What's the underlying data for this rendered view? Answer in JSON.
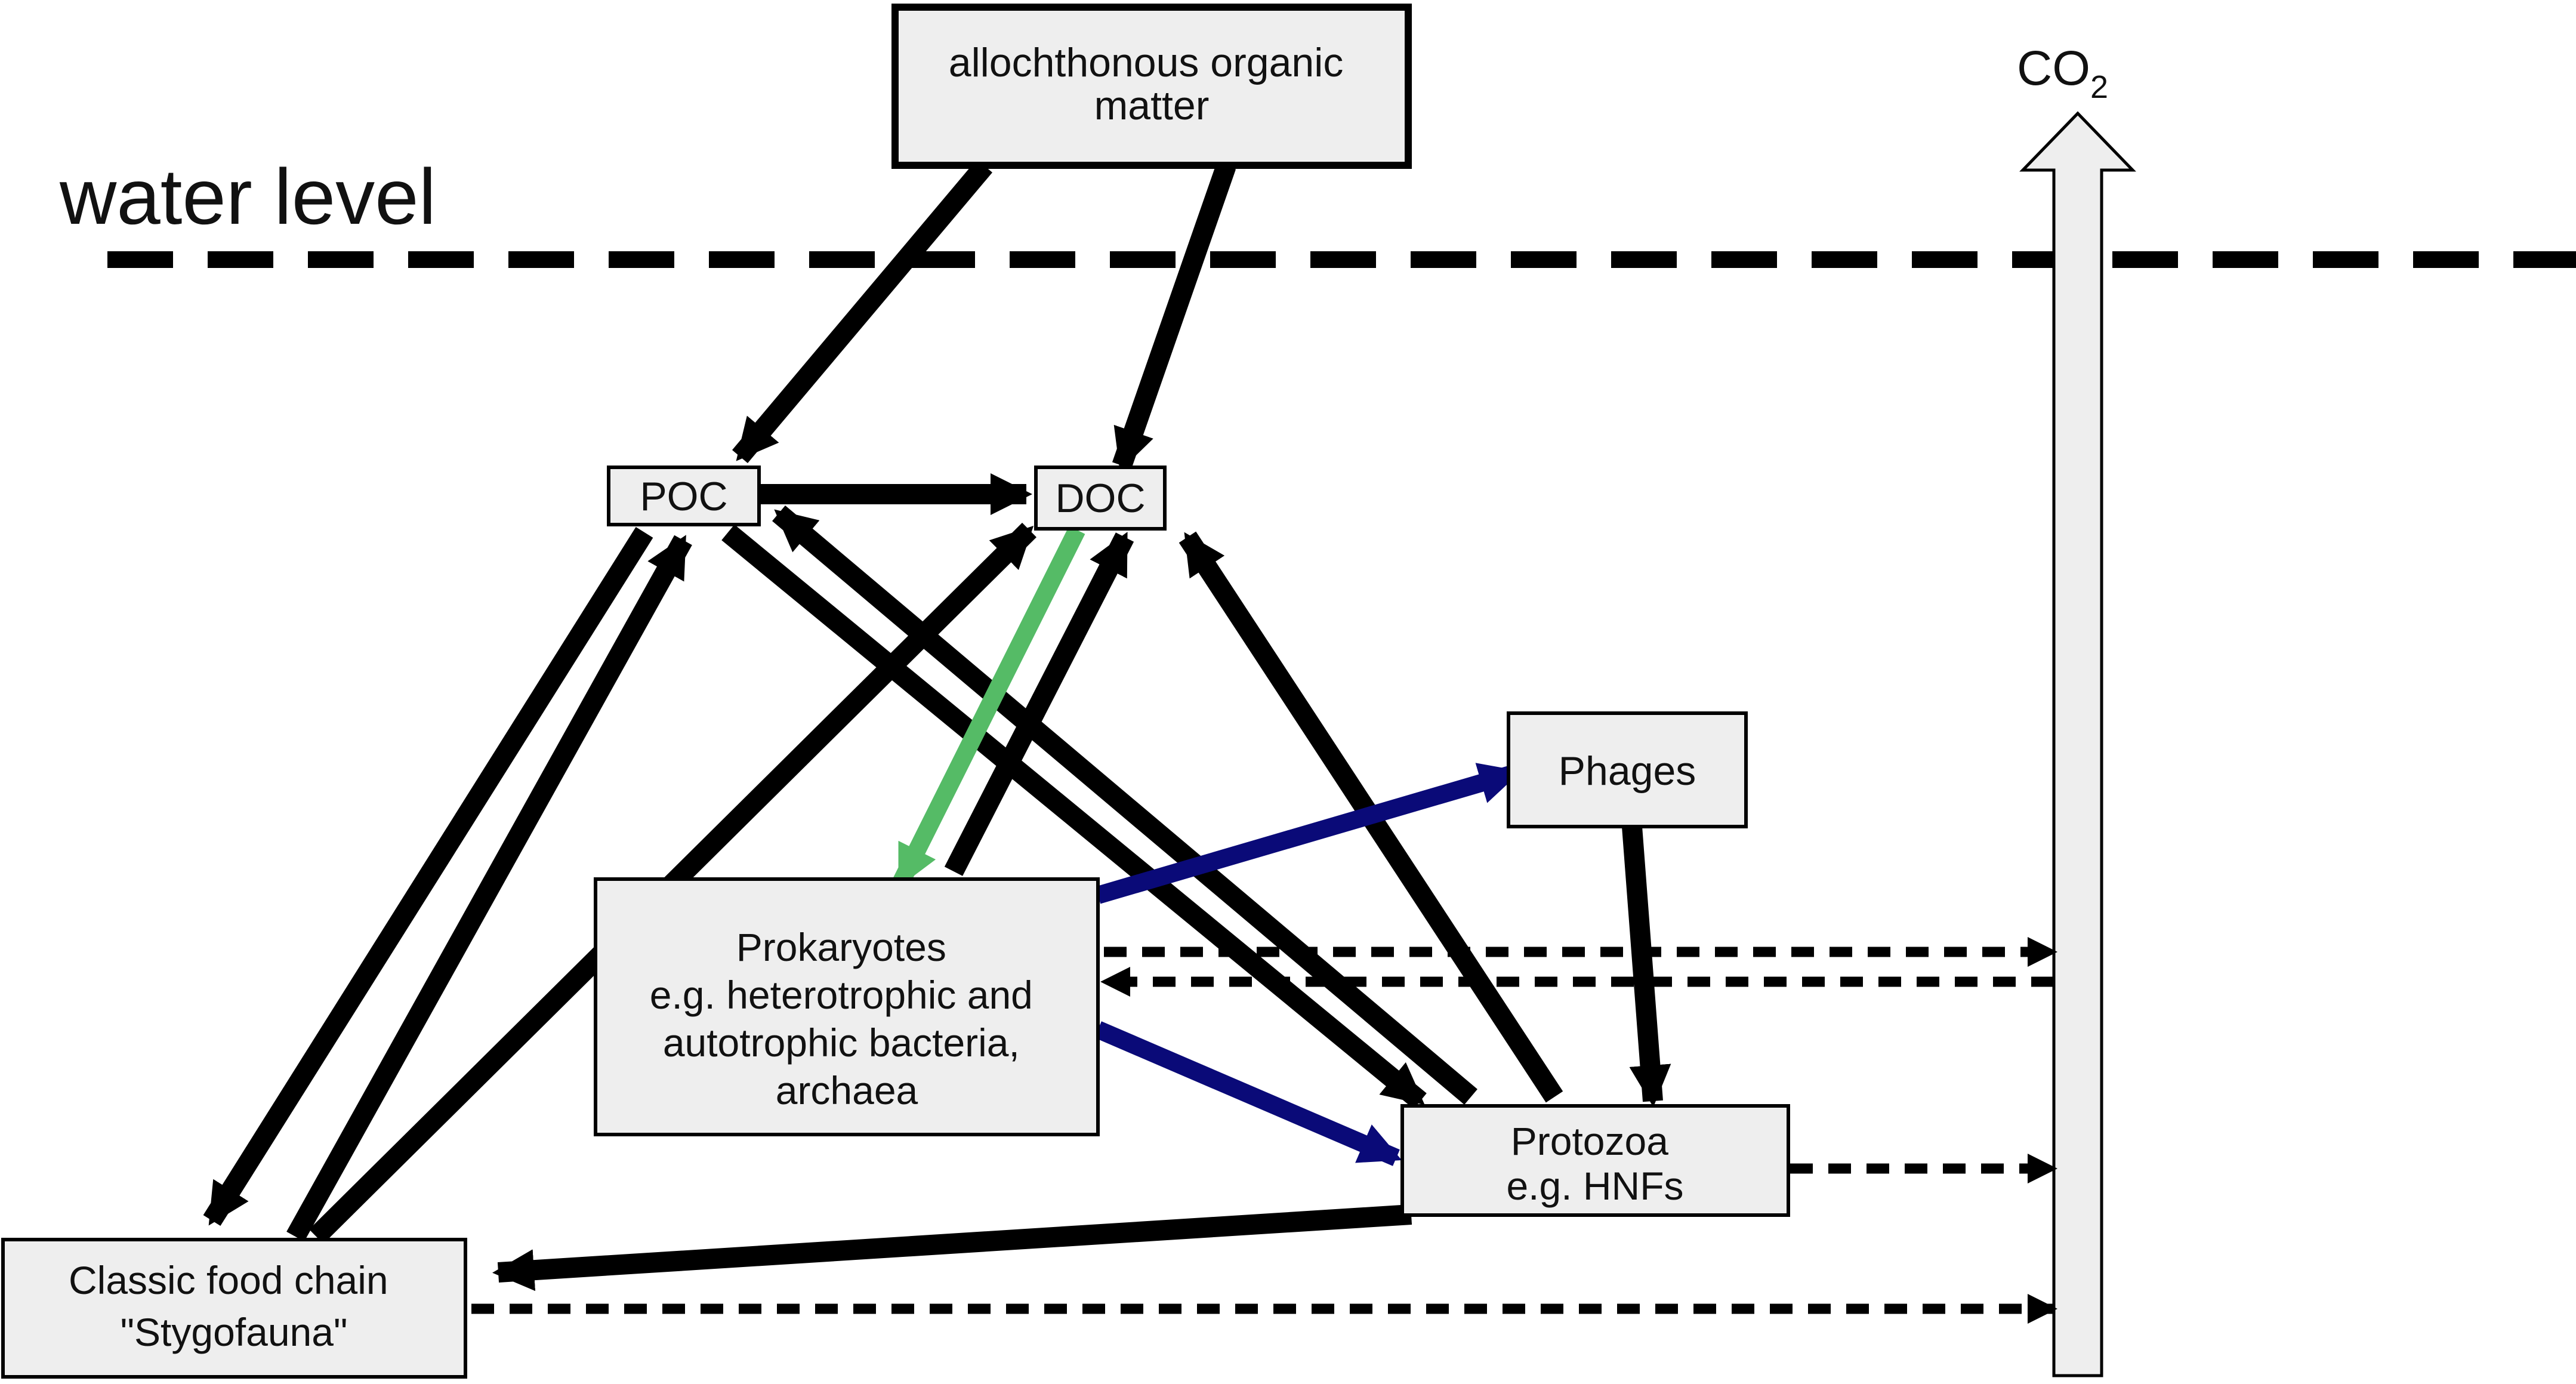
{
  "diagram": {
    "water_level_label": "water level",
    "co2": {
      "base": "CO",
      "subscript": "2"
    },
    "nodes": {
      "allochthonous": {
        "lines": [
          "allochthonous organic",
          "matter"
        ]
      },
      "poc": {
        "lines": [
          "POC"
        ]
      },
      "doc": {
        "lines": [
          "DOC"
        ]
      },
      "phages": {
        "lines": [
          "Phages"
        ]
      },
      "prokaryotes": {
        "lines": [
          "Prokaryotes",
          "e.g. heterotrophic and",
          "autotrophic bacteria,",
          "archaea"
        ]
      },
      "protozoa": {
        "lines": [
          "Protozoa",
          "e.g. HNFs"
        ]
      },
      "foodchain": {
        "lines": [
          "Classic food chain",
          "\"Stygofauna\""
        ]
      }
    },
    "colors": {
      "flow": "#000000",
      "prokaryote_uptake": "#55bb66",
      "phage_and_grazing": "#0a0a78",
      "respiration": "#000000",
      "box_fill": "#eeeeee"
    }
  }
}
